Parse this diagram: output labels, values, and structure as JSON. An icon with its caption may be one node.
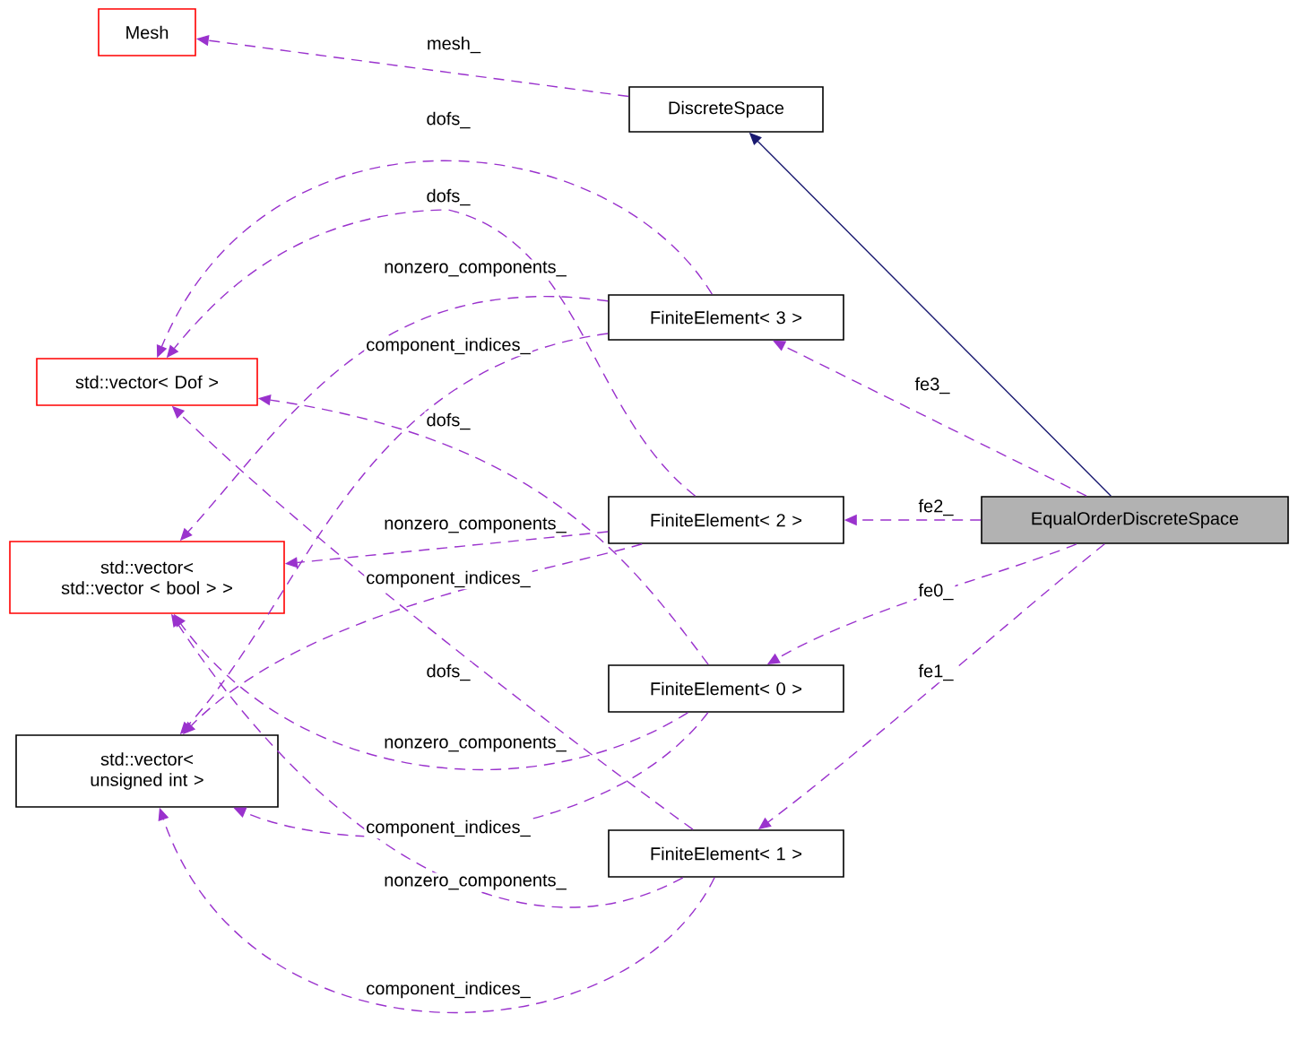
{
  "diagram": {
    "nodes": [
      {
        "text": [
          "Mesh"
        ]
      },
      {
        "text": [
          "DiscreteSpace"
        ]
      },
      {
        "text": [
          "FiniteElement< 3 >"
        ]
      },
      {
        "text": [
          "std::vector< Dof >"
        ]
      },
      {
        "text": [
          "FiniteElement< 2 >"
        ]
      },
      {
        "text": [
          "EqualOrderDiscreteSpace"
        ]
      },
      {
        "text": [
          "std::vector< std::vector < bool > >"
        ]
      },
      {
        "text": [
          "FiniteElement< 0 >"
        ]
      },
      {
        "text": [
          "std::vector< unsigned int >"
        ]
      },
      {
        "text": [
          "FiniteElement< 1 >"
        ]
      }
    ],
    "edges": [
      {
        "from": 1,
        "to": 0,
        "arrow": "to",
        "label": "mesh_",
        "style": "dashed"
      },
      {
        "from": 5,
        "to": 1,
        "arrow": "to",
        "color": "#191970"
      },
      {
        "from": 5,
        "to": 2,
        "arrow": "to",
        "label": "fe3_",
        "style": "dashed"
      },
      {
        "from": 5,
        "to": 4,
        "arrow": "to",
        "label": "fe2_",
        "style": "dashed"
      },
      {
        "from": 5,
        "to": 7,
        "arrow": "to",
        "label": "fe0_",
        "style": "dashed"
      },
      {
        "from": 5,
        "to": 9,
        "arrow": "to",
        "label": "fe1_",
        "style": "dashed"
      },
      {
        "from": 2,
        "to": 3,
        "arrow": "to",
        "label": "dofs_",
        "style": "dashed"
      },
      {
        "from": 2,
        "to": 6,
        "arrow": "to",
        "label": "nonzero_components_",
        "style": "dashed"
      },
      {
        "from": 2,
        "to": 8,
        "arrow": "to",
        "label": "component_indices_",
        "style": "dashed"
      },
      {
        "from": 4,
        "to": 3,
        "arrow": "to",
        "label": "dofs_",
        "style": "dashed"
      },
      {
        "from": 4,
        "to": 6,
        "arrow": "to",
        "label": "nonzero_components_",
        "style": "dashed"
      },
      {
        "from": 4,
        "to": 8,
        "arrow": "to",
        "label": "component_indices_",
        "style": "dashed"
      },
      {
        "from": 7,
        "to": 3,
        "arrow": "to",
        "label": "dofs_",
        "style": "dashed"
      },
      {
        "from": 7,
        "to": 6,
        "arrow": "to",
        "label": "nonzero_components_",
        "style": "dashed"
      },
      {
        "from": 7,
        "to": 8,
        "arrow": "to",
        "label": "component_indices_",
        "style": "dashed"
      },
      {
        "from": 9,
        "to": 3,
        "arrow": "to",
        "label": "dofs_",
        "style": "dashed"
      },
      {
        "from": 9,
        "to": 6,
        "arrow": "to",
        "label": "nonzero_components_",
        "style": "dashed"
      },
      {
        "from": 9,
        "to": 8,
        "arrow": "to",
        "label": "component_indices_",
        "style": "dashed"
      }
    ]
  }
}
